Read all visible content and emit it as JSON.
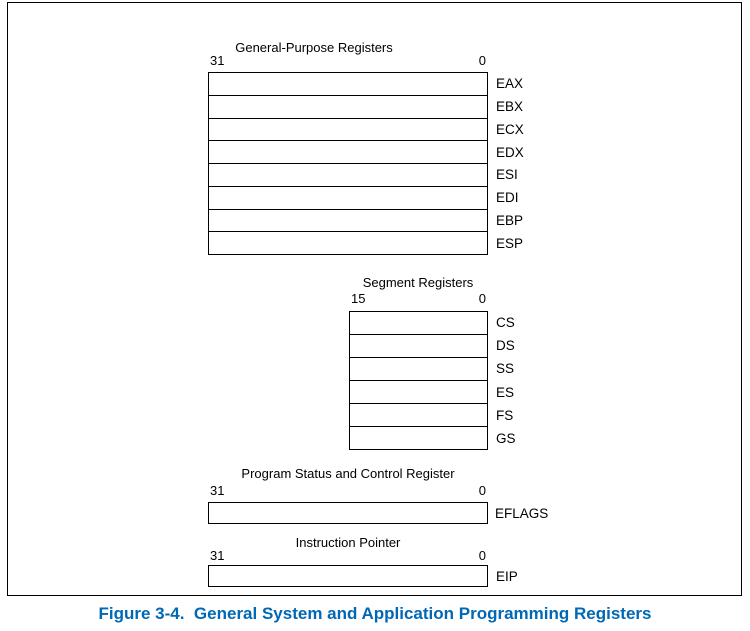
{
  "figure": {
    "caption": "Figure 3-4.  General System and Application Programming Registers"
  },
  "sections": {
    "gpr": {
      "title": "General-Purpose Registers",
      "bit_high": "31",
      "bit_low": "0",
      "registers": [
        "EAX",
        "EBX",
        "ECX",
        "EDX",
        "ESI",
        "EDI",
        "EBP",
        "ESP"
      ]
    },
    "segment": {
      "title": "Segment Registers",
      "bit_high": "15",
      "bit_low": "0",
      "registers": [
        "CS",
        "DS",
        "SS",
        "ES",
        "FS",
        "GS"
      ]
    },
    "eflags": {
      "title": "Program Status and Control Register",
      "bit_high": "31",
      "bit_low": "0",
      "registers": [
        "EFLAGS"
      ]
    },
    "eip": {
      "title": "Instruction Pointer",
      "bit_high": "31",
      "bit_low": "0",
      "registers": [
        "EIP"
      ]
    }
  },
  "colors": {
    "caption_blue": "#0068b5",
    "line_black": "#000000",
    "background": "#ffffff"
  }
}
